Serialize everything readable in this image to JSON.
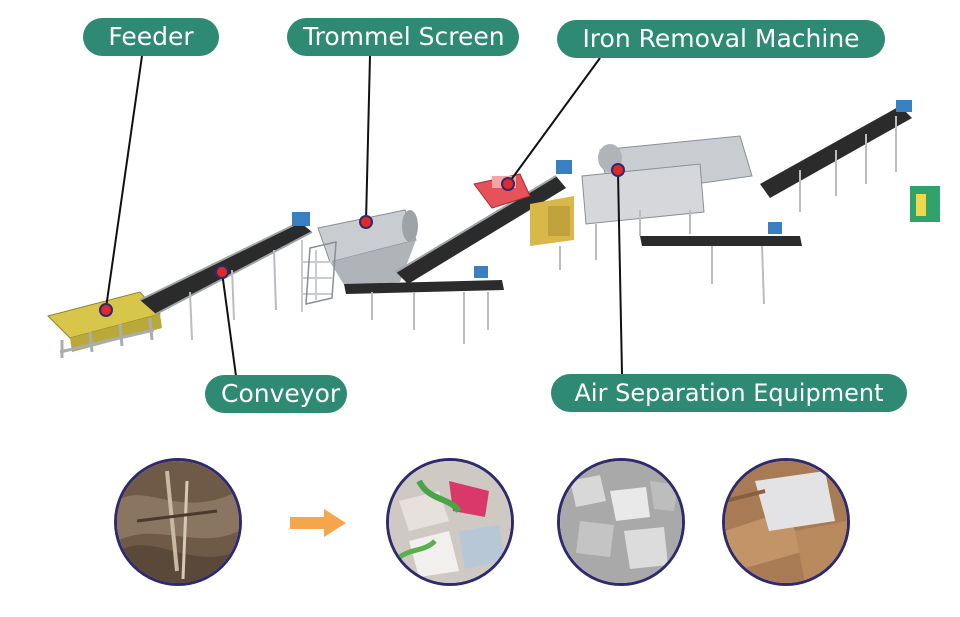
{
  "labels": {
    "feeder": "Feeder",
    "trommel": "Trommel Screen",
    "iron": "Iron Removal Machine",
    "conveyor": "Conveyor",
    "air": "Air Separation Equipment"
  },
  "colors": {
    "label_bg": "#2e8a73",
    "label_text": "#ffffff",
    "leader_line": "#111111",
    "marker": "#e02a2a",
    "marker_ring": "#2f2a6e",
    "belt": "#2b2b2b",
    "frame": "#b9bdc2",
    "feeder_yellow": "#d8c64a",
    "trommel_silver": "#c9ccd0",
    "arrow": "#f5a54a",
    "thumb_border": "#2f2a6e"
  },
  "icons": {
    "process_arrow": "arrow-right-icon"
  }
}
